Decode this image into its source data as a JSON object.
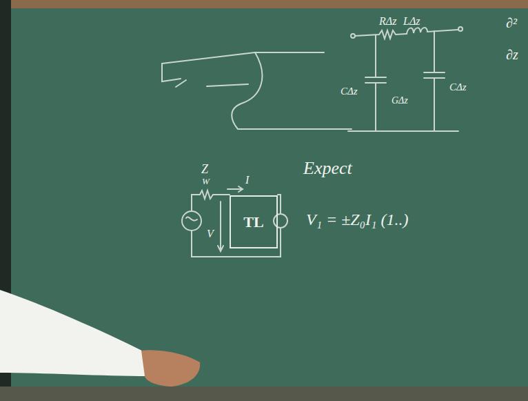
{
  "diagram": {
    "nodes": [
      {
        "text": [
          "TL"
        ]
      }
    ],
    "labels": [
      "RΔz",
      "LΔz",
      "CΔz",
      "GΔz",
      "CΔz",
      "∂²",
      "∂z",
      "Z",
      "W",
      "I",
      "V",
      "Expect",
      "V₁ = ±Z₀I₁ (1..)"
    ]
  }
}
